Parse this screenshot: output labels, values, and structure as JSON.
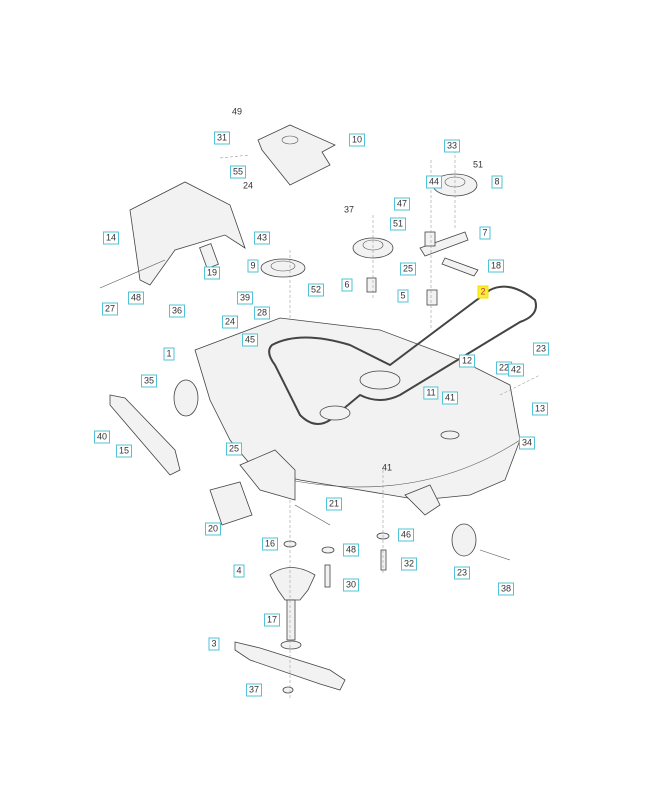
{
  "diagram": {
    "highlight_color": "#f7ef3a",
    "callout_border_color": "#4fc3d6",
    "callouts": [
      {
        "label": "31",
        "style": "box"
      },
      {
        "label": "49",
        "style": "plain"
      },
      {
        "label": "55",
        "style": "box"
      },
      {
        "label": "10",
        "style": "box"
      },
      {
        "label": "24",
        "style": "plain"
      },
      {
        "label": "14",
        "style": "box"
      },
      {
        "label": "43",
        "style": "box"
      },
      {
        "label": "19",
        "style": "box"
      },
      {
        "label": "9",
        "style": "box"
      },
      {
        "label": "52",
        "style": "box"
      },
      {
        "label": "27",
        "style": "box"
      },
      {
        "label": "48",
        "style": "box"
      },
      {
        "label": "36",
        "style": "box"
      },
      {
        "label": "39",
        "style": "box"
      },
      {
        "label": "28",
        "style": "box"
      },
      {
        "label": "24",
        "style": "box"
      },
      {
        "label": "45",
        "style": "box"
      },
      {
        "label": "1",
        "style": "box"
      },
      {
        "label": "35",
        "style": "box"
      },
      {
        "label": "40",
        "style": "box"
      },
      {
        "label": "15",
        "style": "box"
      },
      {
        "label": "25",
        "style": "box"
      },
      {
        "label": "20",
        "style": "box"
      },
      {
        "label": "21",
        "style": "box"
      },
      {
        "label": "16",
        "style": "box"
      },
      {
        "label": "4",
        "style": "box"
      },
      {
        "label": "17",
        "style": "box"
      },
      {
        "label": "3",
        "style": "box"
      },
      {
        "label": "37",
        "style": "box"
      },
      {
        "label": "48",
        "style": "box"
      },
      {
        "label": "30",
        "style": "box"
      },
      {
        "label": "33",
        "style": "box"
      },
      {
        "label": "51",
        "style": "plain"
      },
      {
        "label": "44",
        "style": "box"
      },
      {
        "label": "8",
        "style": "box"
      },
      {
        "label": "47",
        "style": "box"
      },
      {
        "label": "37",
        "style": "plain"
      },
      {
        "label": "51",
        "style": "box"
      },
      {
        "label": "7",
        "style": "box"
      },
      {
        "label": "25",
        "style": "box"
      },
      {
        "label": "18",
        "style": "box"
      },
      {
        "label": "6",
        "style": "box"
      },
      {
        "label": "5",
        "style": "box"
      },
      {
        "label": "2",
        "style": "highlight"
      },
      {
        "label": "23",
        "style": "box"
      },
      {
        "label": "12",
        "style": "box"
      },
      {
        "label": "22",
        "style": "box"
      },
      {
        "label": "42",
        "style": "box"
      },
      {
        "label": "11",
        "style": "box"
      },
      {
        "label": "41",
        "style": "box"
      },
      {
        "label": "13",
        "style": "box"
      },
      {
        "label": "34",
        "style": "box"
      },
      {
        "label": "41",
        "style": "plain"
      },
      {
        "label": "46",
        "style": "box"
      },
      {
        "label": "32",
        "style": "box"
      },
      {
        "label": "23",
        "style": "box"
      },
      {
        "label": "38",
        "style": "box"
      }
    ]
  }
}
